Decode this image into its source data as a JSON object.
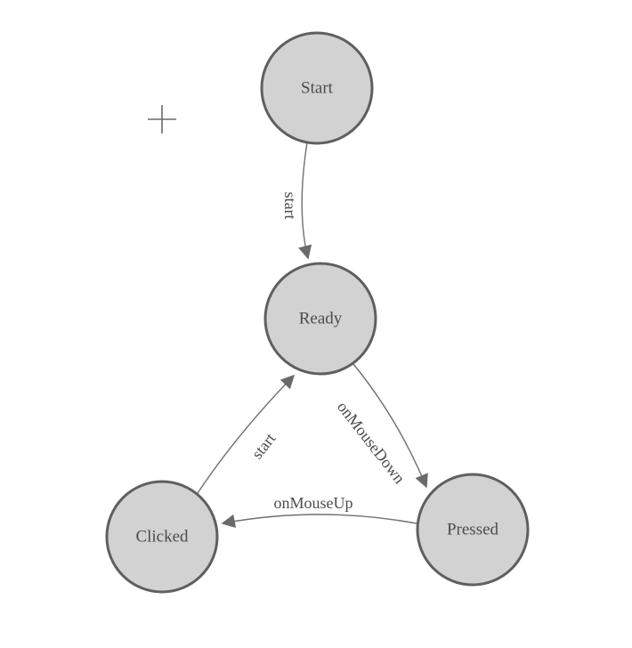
{
  "canvas": {
    "background": "#ffffff"
  },
  "colors": {
    "node_fill": "#d2d2d2",
    "node_stroke": "#5f5f5f",
    "edge_stroke": "#707070",
    "arrow_fill": "#6a6a6a",
    "label_text": "#4c4c4c",
    "crosshair": "#6b6b6b"
  },
  "diagram": {
    "nodes": [
      {
        "id": "start",
        "label": "Start"
      },
      {
        "id": "ready",
        "label": "Ready"
      },
      {
        "id": "clicked",
        "label": "Clicked"
      },
      {
        "id": "pressed",
        "label": "Pressed"
      }
    ],
    "edges": [
      {
        "id": "start-to-ready",
        "label": "start",
        "from": "Start",
        "to": "Ready"
      },
      {
        "id": "clicked-to-ready",
        "label": "start",
        "from": "Clicked",
        "to": "Ready"
      },
      {
        "id": "ready-to-pressed",
        "label": "onMouseDown",
        "from": "Ready",
        "to": "Pressed"
      },
      {
        "id": "pressed-to-clicked",
        "label": "onMouseUp",
        "from": "Pressed",
        "to": "Clicked"
      }
    ],
    "icons": [
      {
        "name": "crosshair-icon",
        "glyph": "+"
      }
    ]
  }
}
